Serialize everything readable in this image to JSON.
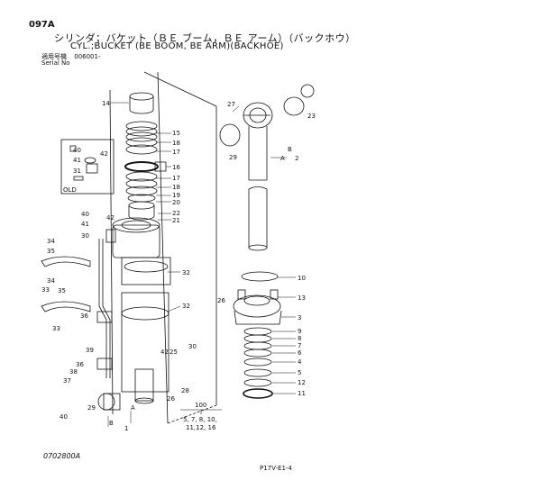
{
  "header": {
    "code": "097A",
    "title_jp": "シリンダ；バケット（ＢＥ ブーム，ＢＥ アーム）（バックホウ）",
    "title_en": "CYL.;BUCKET (BE BOOM, BE ARM)(BACKHOE)",
    "serial_label_jp": "適用号機",
    "serial_value": "006001-",
    "serial_label_en": "Serial No"
  },
  "labels": {
    "n14": "14",
    "n15": "15",
    "n18": "18",
    "n17": "17",
    "n16": "16",
    "n17b": "17",
    "n18b": "18",
    "n19": "19",
    "n20": "20",
    "n22": "22",
    "n21": "21",
    "n40": "40",
    "n41": "41",
    "n42": "42",
    "n31": "31",
    "old": "OLD",
    "n40b": "40",
    "n41b": "41",
    "n42b": "42",
    "n30": "30",
    "n34": "34",
    "n35": "35",
    "n33": "33",
    "n34b": "34",
    "n35b": "35",
    "n33b": "33",
    "n32": "32",
    "n32b": "32",
    "n36": "36",
    "n39": "39",
    "n36b": "36",
    "n38": "38",
    "n37": "37",
    "n40c": "40",
    "n29b": "29",
    "n42c": "42",
    "n25": "25",
    "n30b": "30",
    "n28": "28",
    "n26": "26",
    "B": "B",
    "A": "A",
    "n1": "1",
    "n27": "27",
    "n29": "29",
    "n23": "23",
    "B2": "B",
    "A2": "A",
    "n2": "2",
    "n10": "10",
    "n26b": "26",
    "n13": "13",
    "n3": "3",
    "n9": "9",
    "n8": "8",
    "n7": "7",
    "n6": "6",
    "n4": "4",
    "n5": "5",
    "n12": "12",
    "n11": "11",
    "kit": "100",
    "kit_l1": "5, 7, 8, 10,",
    "kit_l2": "11,12, 16"
  },
  "footer": {
    "drawing_no": "0702800A",
    "page_ref": "P17V-E1-4"
  }
}
